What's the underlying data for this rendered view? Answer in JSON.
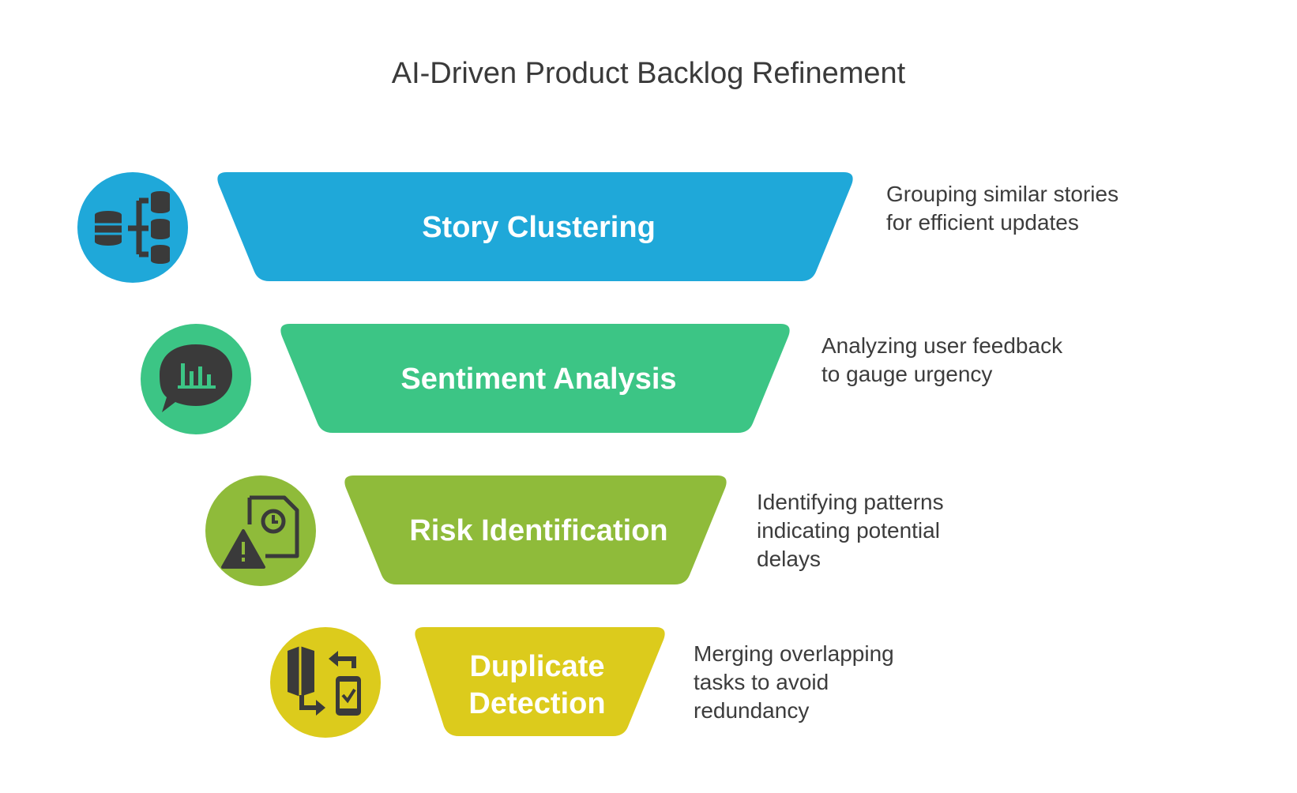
{
  "title": "AI-Driven Product Backlog Refinement",
  "stages": [
    {
      "label_lines": [
        "Story Clustering"
      ],
      "description_lines": [
        "Grouping similar stories",
        "for efficient updates"
      ],
      "color": "#1fa8d9",
      "icon": "database-cluster-icon"
    },
    {
      "label_lines": [
        "Sentiment Analysis"
      ],
      "description_lines": [
        "Analyzing user feedback",
        "to gauge urgency"
      ],
      "color": "#3cc585",
      "icon": "chat-chart-icon"
    },
    {
      "label_lines": [
        "Risk Identification"
      ],
      "description_lines": [
        "Identifying patterns",
        "indicating potential",
        "delays"
      ],
      "color": "#8fbb3a",
      "icon": "document-clock-warning-icon"
    },
    {
      "label_lines": [
        "Duplicate",
        "Detection"
      ],
      "description_lines": [
        "Merging overlapping",
        "tasks to avoid",
        "redundancy"
      ],
      "color": "#dccb1c",
      "icon": "device-swap-icon"
    }
  ],
  "icon_color": "#3a3a3a"
}
